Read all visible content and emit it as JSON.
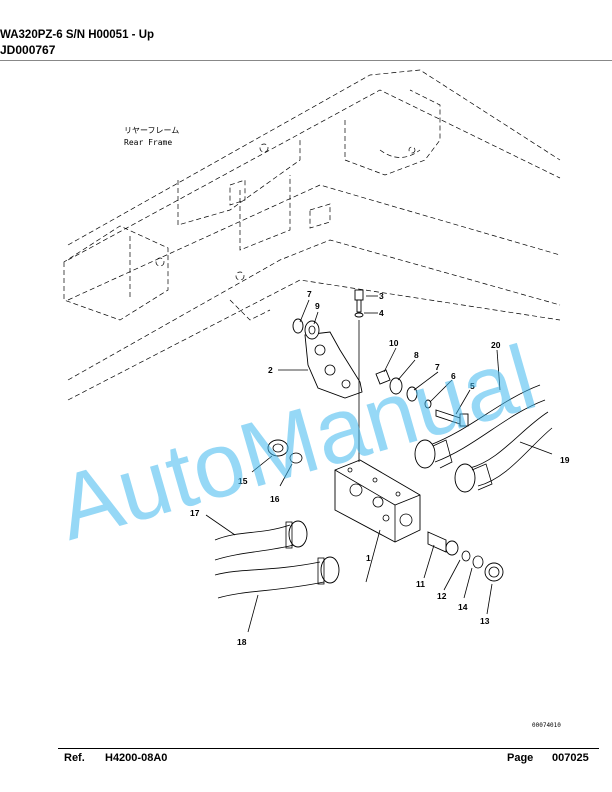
{
  "header": {
    "line1": "WA320PZ-6 S/N H00051 - Up",
    "line2": "JD000767"
  },
  "diagram": {
    "frame_label_jp": "リヤーフレーム",
    "frame_label_en": "Rear Frame",
    "drawing_number": "00074010",
    "callouts": [
      "1",
      "2",
      "3",
      "4",
      "5",
      "6",
      "7",
      "7",
      "8",
      "9",
      "10",
      "11",
      "12",
      "13",
      "14",
      "15",
      "16",
      "17",
      "18",
      "19",
      "20"
    ]
  },
  "watermark": "AutoManual",
  "footer": {
    "ref_label": "Ref.",
    "ref_value": "H4200-08A0",
    "page_label": "Page",
    "page_value": "007025"
  }
}
